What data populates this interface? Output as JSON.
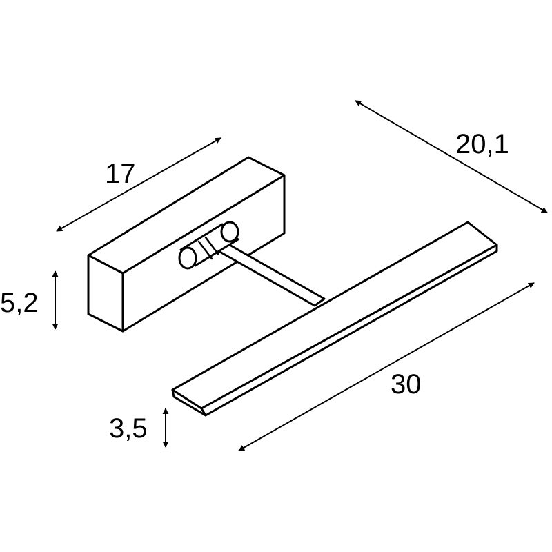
{
  "dimensions": {
    "wall_mount_depth": "17",
    "overall_depth": "20,1",
    "wall_mount_height": "5,2",
    "arm_length_width": "30",
    "light_bar_height": "3,5"
  },
  "colors": {
    "line": "#000000",
    "background": "#ffffff"
  }
}
